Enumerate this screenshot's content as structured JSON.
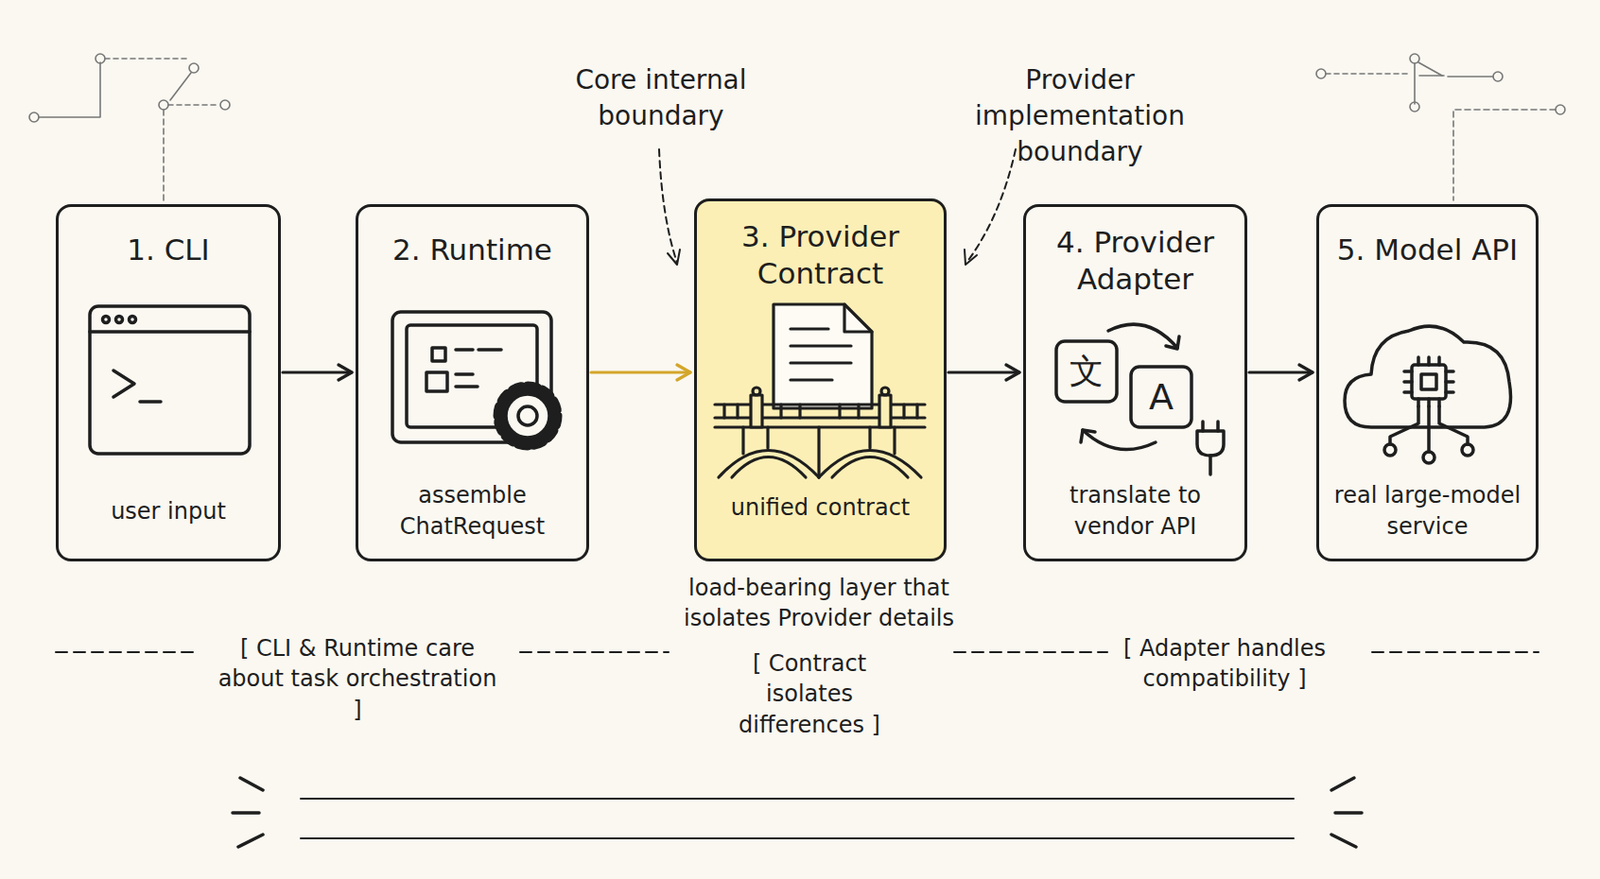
{
  "diagram": {
    "nodes": [
      {
        "text": [
          "1. CLI",
          "user input"
        ]
      },
      {
        "text": [
          "2. Runtime",
          "assemble ChatRequest"
        ]
      },
      {
        "text": [
          "3. Provider Contract",
          "unified contract"
        ]
      },
      {
        "text": [
          "4. Provider Adapter",
          "translate to vendor API"
        ]
      },
      {
        "text": [
          "5. Model API",
          "real large-model service"
        ]
      }
    ],
    "edges": [
      {
        "from": 0,
        "to": 1,
        "arrow": "to"
      },
      {
        "from": 1,
        "to": 2,
        "arrow": "to"
      },
      {
        "from": 2,
        "to": 3,
        "arrow": "to"
      },
      {
        "from": 3,
        "to": 4,
        "arrow": "to"
      }
    ],
    "labels": [
      "Core internal boundary",
      "Provider implementation boundary",
      "load-bearing layer that isolates Provider details",
      "[ CLI & Runtime care about task orchestration ]",
      "[ Contract isolates differences ]",
      "[ Adapter handles compatibility ]",
      "文",
      "A"
    ]
  }
}
